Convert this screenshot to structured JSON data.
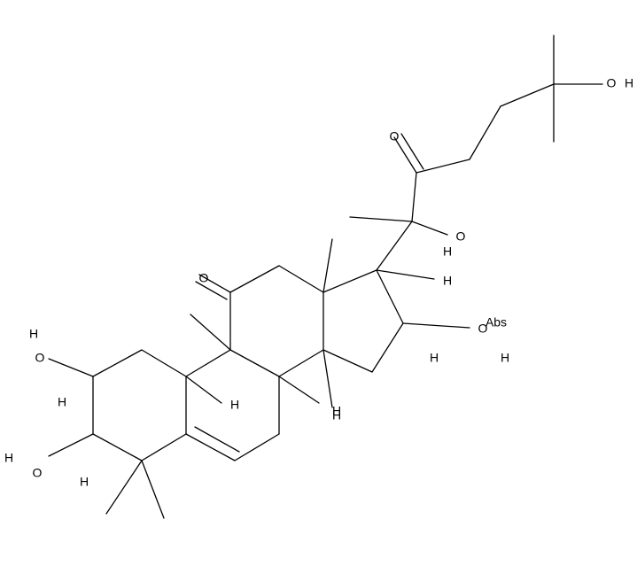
{
  "molecule": {
    "atoms": [
      {
        "id": "O3a",
        "label": "O"
      },
      {
        "id": "H3a",
        "label": "H"
      },
      {
        "id": "H2",
        "label": "H"
      },
      {
        "id": "O3b",
        "label": "O"
      },
      {
        "id": "H3b",
        "label": "H"
      },
      {
        "id": "H3",
        "label": "H"
      },
      {
        "id": "O11",
        "label": "O"
      },
      {
        "id": "O22",
        "label": "O"
      },
      {
        "id": "O20",
        "label": "O"
      },
      {
        "id": "H20",
        "label": "H"
      },
      {
        "id": "O16",
        "label": "O"
      },
      {
        "id": "H16",
        "label": "H"
      },
      {
        "id": "Abs",
        "label": "Abs"
      },
      {
        "id": "O25",
        "label": "O"
      },
      {
        "id": "H25",
        "label": "H"
      },
      {
        "id": "H8",
        "label": "H"
      },
      {
        "id": "H10",
        "label": "H"
      },
      {
        "id": "H14",
        "label": "H"
      },
      {
        "id": "H17",
        "label": "H"
      },
      {
        "id": "H16b",
        "label": "H"
      }
    ]
  }
}
